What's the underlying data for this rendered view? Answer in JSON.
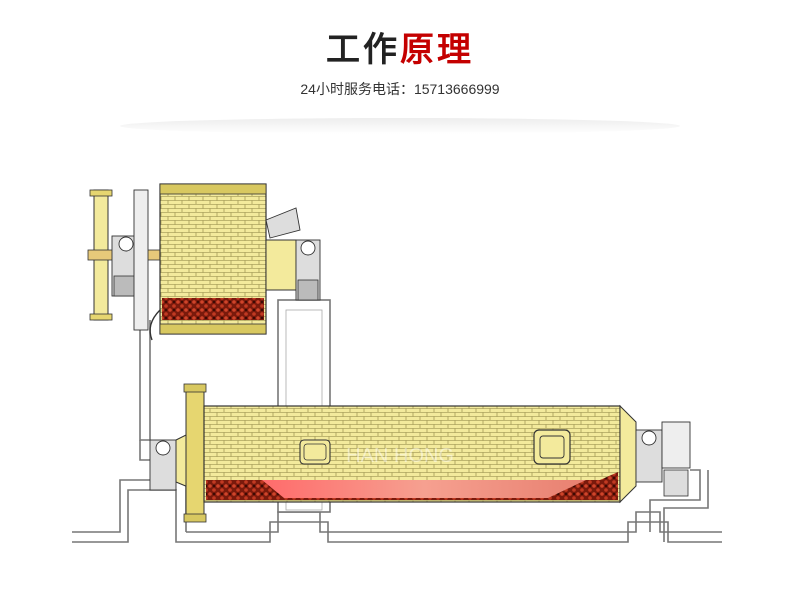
{
  "header": {
    "title_part1": "工作",
    "title_part2": "原理",
    "hotline": "24小时服务电话：15713666999"
  },
  "watermark": {
    "text": "HAN HONG"
  },
  "colors": {
    "title_dark": "#222222",
    "title_accent": "#c40000",
    "shell": "#f3ea9c",
    "brick": "#8a8040",
    "material": "#b8321e",
    "material_hot": "#f4887a",
    "foundation": "#777777"
  }
}
